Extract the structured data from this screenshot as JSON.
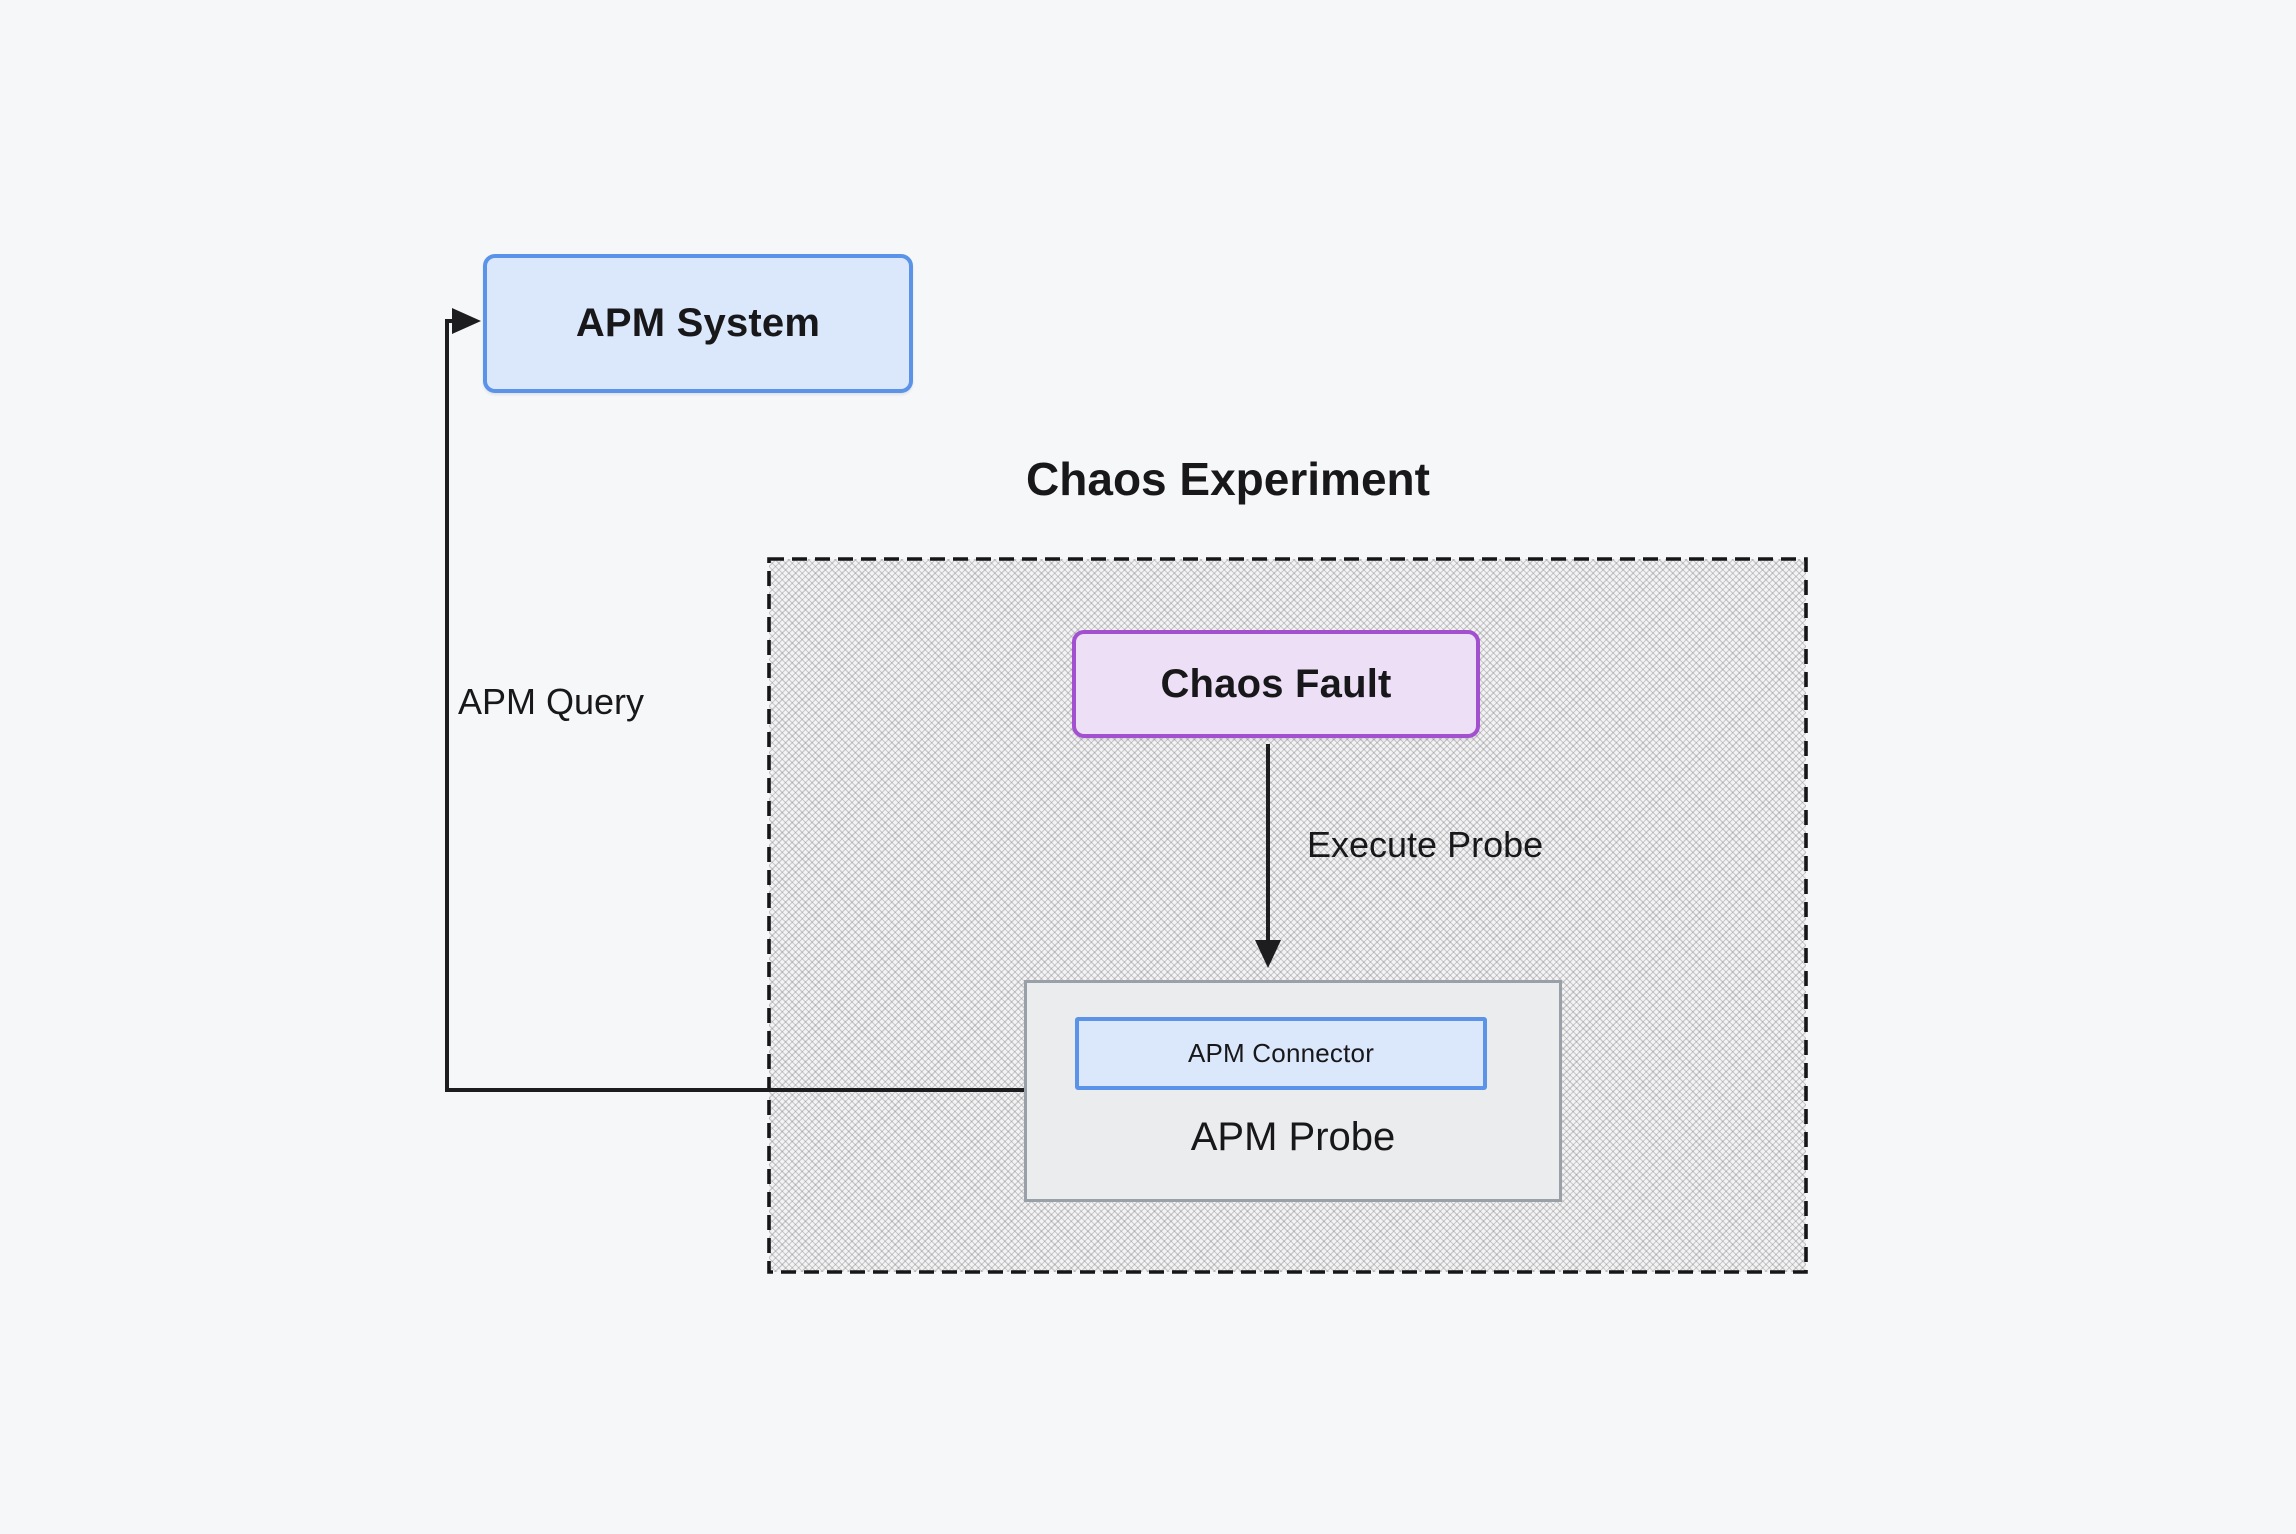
{
  "diagram": {
    "title": "Chaos Experiment",
    "nodes": {
      "apm_system": {
        "label": "APM System"
      },
      "chaos_fault": {
        "label": "Chaos Fault"
      },
      "apm_probe": {
        "label": "APM Probe"
      },
      "apm_connector": {
        "label": "APM Connector"
      }
    },
    "edges": {
      "apm_query": {
        "label": "APM Query",
        "from": "apm_probe",
        "to": "apm_system"
      },
      "execute_probe": {
        "label": "Execute Probe",
        "from": "chaos_fault",
        "to": "apm_probe"
      }
    }
  },
  "colors": {
    "canvas_bg": "#f6f7f9",
    "node_blue_fill": "#dbe8fb",
    "node_blue_border": "#5b93e8",
    "node_purple_fill": "#ecdff6",
    "node_purple_border": "#a24fd0",
    "node_gray_fill": "#ebecee",
    "node_gray_border": "#9aa0a8",
    "hatch_base": "#f3f3f4",
    "edge_color": "#1d1d1f",
    "text_color": "#18181b"
  }
}
